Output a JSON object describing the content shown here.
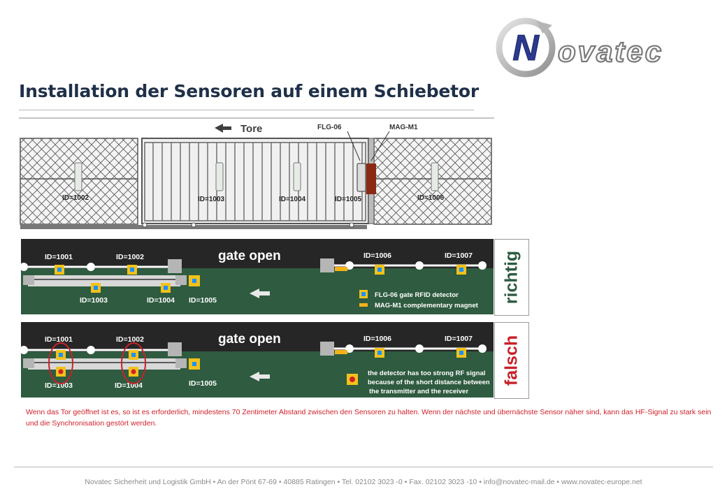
{
  "logo": {
    "text": "ovatec",
    "letter": "N"
  },
  "title": "Installation der Sensoren auf einem Schiebetor",
  "gate": {
    "direction_label": "Tore",
    "flg_label": "FLG-06",
    "mag_label": "MAG-M1",
    "sensor_ids": [
      "ID=1002",
      "ID=1003",
      "ID=1004",
      "ID=1005",
      "ID=1006"
    ]
  },
  "diagram_correct": {
    "title": "gate open",
    "ids_top": [
      "ID=1001",
      "ID=1002",
      "ID=1006",
      "ID=1007"
    ],
    "ids_bottom": [
      "ID=1003",
      "ID=1004",
      "ID=1005"
    ],
    "legend": [
      "FLG-06  gate RFID detector",
      "MAG-M1 complementary magnet"
    ],
    "side_label": "richtig"
  },
  "diagram_wrong": {
    "title": "gate open",
    "ids_top": [
      "ID=1001",
      "ID=1002",
      "ID=1006",
      "ID=1007"
    ],
    "ids_bottom": [
      "ID=1003",
      "ID=1004",
      "ID=1005"
    ],
    "warning": [
      "the detector has too strong RF signal",
      "because of the short distance between",
      "the transmitter and the receiver"
    ],
    "side_label": "falsch"
  },
  "note": "Wenn das Tor geöffnet ist es, so ist es  erforderlich, mindestens 70 Zentimeter Abstand zwischen den Sensoren zu halten. Wenn der nächste und übernächste Sensor näher sind, kann das HF-Signal zu stark sein und die Synchronisation gestört werden.",
  "footer": "Novatec Sicherheit und Logistik GmbH • An der Pönt 67-69 • 40885 Ratingen • Tel. 02102 3023 -0 • Fax. 02102 3023 -10 • info@novatec-mail.de • www.novatec-europe.net",
  "colors": {
    "title": "#1f3048",
    "note": "#d0202a",
    "board_green": "#2f5b40",
    "correct": "#2e5b40",
    "wrong": "#c8222a"
  }
}
